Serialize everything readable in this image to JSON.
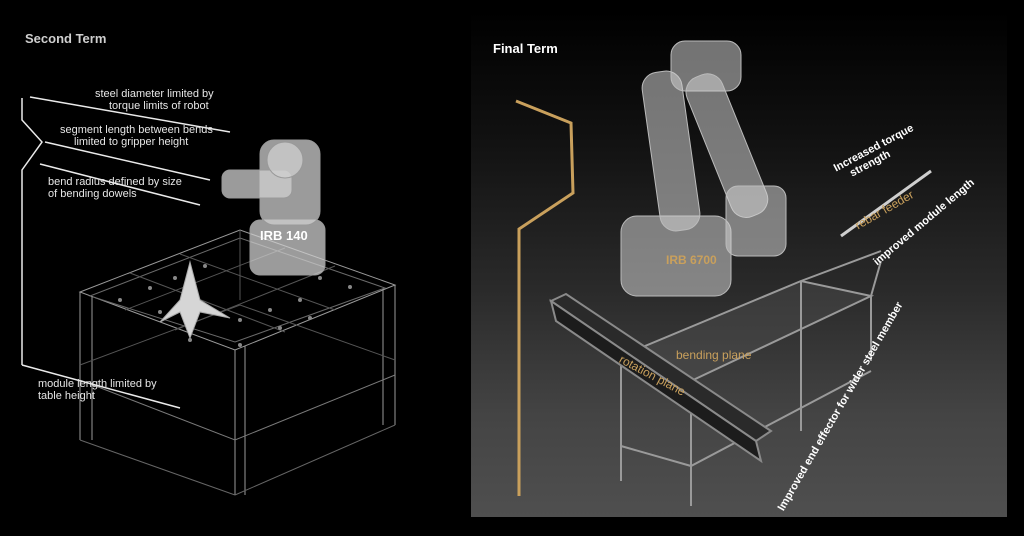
{
  "left": {
    "title": "Second Term",
    "robot_label": "IRB 140",
    "annotations": {
      "steel_diameter": [
        "steel diameter limited by",
        "torque limits of robot"
      ],
      "segment_length": [
        "segment length between bends",
        "limited to gripper height"
      ],
      "bend_radius": [
        "bend radius defined by size",
        "of bending dowels"
      ],
      "module_length": [
        "module length limited  by",
        "table height"
      ]
    }
  },
  "right": {
    "title": "Final Term",
    "robot_label": "IRB 6700",
    "rebar_feeder": "rebar feeder",
    "bending_plane": "bending plane",
    "rotation_plane": "rotation plane",
    "torque": [
      "Increased torque",
      "strength"
    ],
    "module_length": "improved module length",
    "end_effector": "Improved end effector for wider steel member"
  },
  "colors": {
    "accent": "#c9a05c",
    "line": "#bdbdbd",
    "robot": "#cfcfcf"
  }
}
